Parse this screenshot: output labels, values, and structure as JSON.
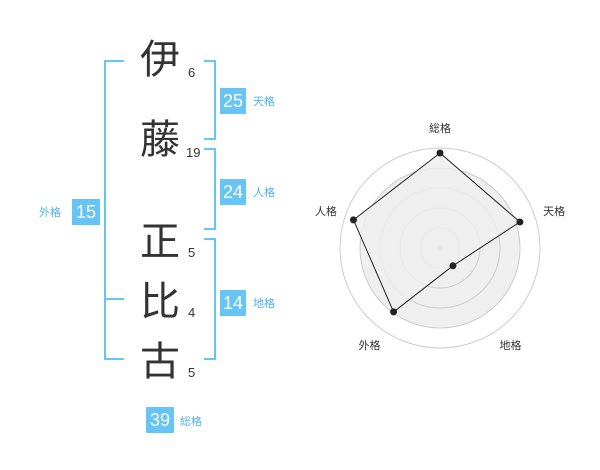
{
  "name": {
    "chars": [
      "伊",
      "藤",
      "正",
      "比",
      "古"
    ],
    "strokes": [
      "6",
      "19",
      "5",
      "4",
      "5"
    ]
  },
  "fortunes": {
    "tenkaku": {
      "value": "25",
      "label": "天格"
    },
    "jinkaku": {
      "value": "24",
      "label": "人格"
    },
    "chikaku": {
      "value": "14",
      "label": "地格"
    },
    "gaikaku": {
      "value": "15",
      "label": "外格"
    },
    "soukaku": {
      "value": "39",
      "label": "総格"
    }
  },
  "radar": {
    "axes": [
      "総格",
      "天格",
      "地格",
      "外格",
      "人格"
    ],
    "values": [
      0.95,
      0.84,
      0.22,
      0.79,
      0.91
    ],
    "colors": {
      "fill": "#efefef",
      "line": "#222222",
      "ring": "#cccccc",
      "center": "#cccccc"
    }
  }
}
